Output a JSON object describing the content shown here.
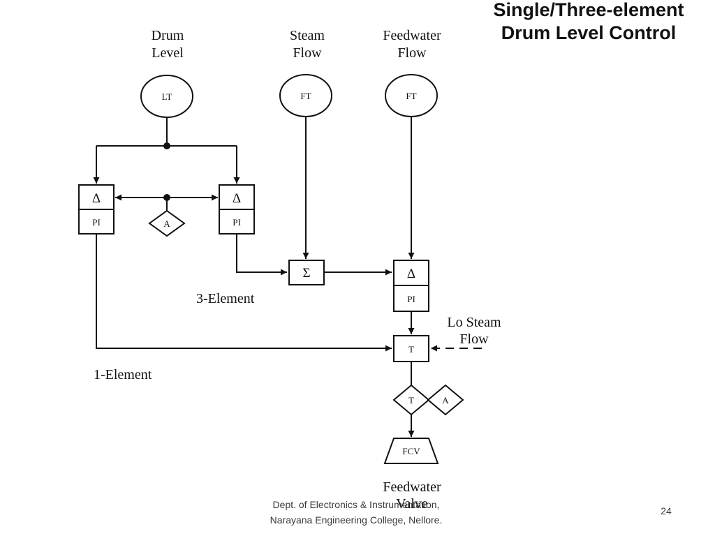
{
  "title": {
    "line1": "Single/Three-element",
    "line2": "Drum Level Control"
  },
  "inputs": {
    "drum_level": [
      "Drum",
      "Level"
    ],
    "steam_flow": [
      "Steam",
      "Flow"
    ],
    "feedwater_flow": [
      "Feedwater",
      "Flow"
    ]
  },
  "transmitters": {
    "level": "LT",
    "steam": "FT",
    "feedwater": "FT"
  },
  "blocks": {
    "delta": "Δ",
    "pi": "PI",
    "sum": "Σ",
    "transfer": "T",
    "auto": "A",
    "valve": "FCV"
  },
  "labels": {
    "three_element": "3-Element",
    "one_element": "1-Element",
    "lo_steam_flow": [
      "Lo Steam",
      "Flow"
    ],
    "feedwater_valve": [
      "Feedwater",
      "Valve"
    ]
  },
  "footer": {
    "line1": "Dept. of Electronics & Instrumentation,",
    "line2": "Narayana Engineering College, Nellore."
  },
  "page_number": "24"
}
